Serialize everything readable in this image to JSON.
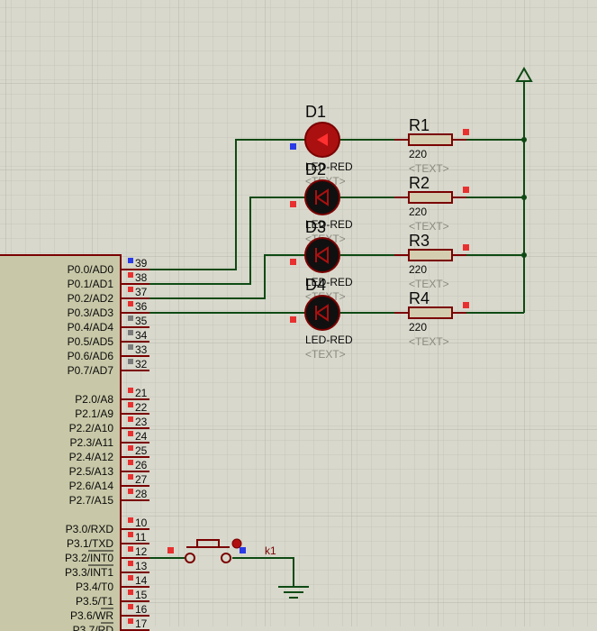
{
  "colors": {
    "canvas": "#d8d8cc",
    "grid_minor": "#c6c6ba",
    "grid_major": "#b6b6aa",
    "wire": "#0e4a14",
    "component": "#7a0000",
    "chip_body": "#c8c8a8",
    "resistor_body": "#d4cdb0",
    "led_on": "#aa1010",
    "led_off": "#101010",
    "pin_red": "#e83030",
    "pin_blue": "#2a3ae6",
    "pin_gray": "#7a7a7a"
  },
  "mcu": {
    "pins": [
      {
        "name": "P0.0/AD0",
        "num": "39",
        "marker": "blue",
        "wired": true
      },
      {
        "name": "P0.1/AD1",
        "num": "38",
        "marker": "red",
        "wired": true
      },
      {
        "name": "P0.2/AD2",
        "num": "37",
        "marker": "red",
        "wired": true
      },
      {
        "name": "P0.3/AD3",
        "num": "36",
        "marker": "red",
        "wired": true
      },
      {
        "name": "P0.4/AD4",
        "num": "35",
        "marker": "gray",
        "wired": false
      },
      {
        "name": "P0.5/AD5",
        "num": "34",
        "marker": "gray",
        "wired": false
      },
      {
        "name": "P0.6/AD6",
        "num": "33",
        "marker": "gray",
        "wired": false
      },
      {
        "name": "P0.7/AD7",
        "num": "32",
        "marker": "gray",
        "wired": false
      },
      {
        "name": "P2.0/A8",
        "num": "21",
        "marker": "red",
        "wired": false
      },
      {
        "name": "P2.1/A9",
        "num": "22",
        "marker": "red",
        "wired": false
      },
      {
        "name": "P2.2/A10",
        "num": "23",
        "marker": "red",
        "wired": false
      },
      {
        "name": "P2.3/A11",
        "num": "24",
        "marker": "red",
        "wired": false
      },
      {
        "name": "P2.4/A12",
        "num": "25",
        "marker": "red",
        "wired": false
      },
      {
        "name": "P2.5/A13",
        "num": "26",
        "marker": "red",
        "wired": false
      },
      {
        "name": "P2.6/A14",
        "num": "27",
        "marker": "red",
        "wired": false
      },
      {
        "name": "P2.7/A15",
        "num": "28",
        "marker": "red",
        "wired": false
      },
      {
        "name": "P3.0/RXD",
        "num": "10",
        "marker": "red",
        "wired": false
      },
      {
        "name": "P3.1/TXD",
        "num": "11",
        "marker": "red",
        "wired": false
      },
      {
        "name": "P3.2/INT0",
        "num": "12",
        "marker": "red",
        "wired": true,
        "overline": "INT0"
      },
      {
        "name": "P3.3/INT1",
        "num": "13",
        "marker": "red",
        "wired": false,
        "overline": "INT1"
      },
      {
        "name": "P3.4/T0",
        "num": "14",
        "marker": "red",
        "wired": false
      },
      {
        "name": "P3.5/T1",
        "num": "15",
        "marker": "red",
        "wired": false
      },
      {
        "name": "P3.6/WR",
        "num": "16",
        "marker": "red",
        "wired": false,
        "overline": "WR"
      },
      {
        "name": "P3.7/RD",
        "num": "17",
        "marker": "red",
        "wired": false,
        "overline": "RD"
      }
    ]
  },
  "leds": [
    {
      "ref": "D1",
      "type": "LED-RED",
      "text": "<TEXT>",
      "lit": true
    },
    {
      "ref": "D2",
      "type": "LED-RED",
      "text": "<TEXT>",
      "lit": false
    },
    {
      "ref": "D3",
      "type": "LED-RED",
      "text": "<TEXT>",
      "lit": false
    },
    {
      "ref": "D4",
      "type": "LED-RED",
      "text": "<TEXT>",
      "lit": false
    }
  ],
  "resistors": [
    {
      "ref": "R1",
      "value": "220",
      "text": "<TEXT>"
    },
    {
      "ref": "R2",
      "value": "220",
      "text": "<TEXT>"
    },
    {
      "ref": "R3",
      "value": "220",
      "text": "<TEXT>"
    },
    {
      "ref": "R4",
      "value": "220",
      "text": "<TEXT>"
    }
  ],
  "switch": {
    "ref": "k1"
  }
}
